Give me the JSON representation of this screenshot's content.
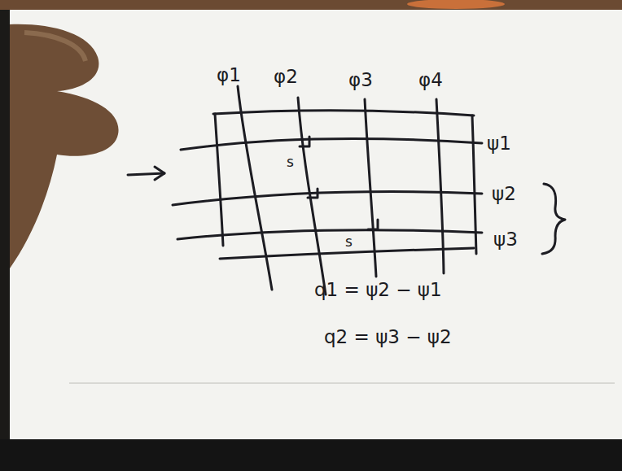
{
  "diagram": {
    "labels": [
      "φ1",
      "φ2",
      "φ3",
      "φ4",
      "ψ1",
      "ψ2",
      "ψ3",
      "s",
      "s",
      "q1 = ψ2 − ψ1",
      "q2 = ψ3 − ψ2"
    ]
  }
}
